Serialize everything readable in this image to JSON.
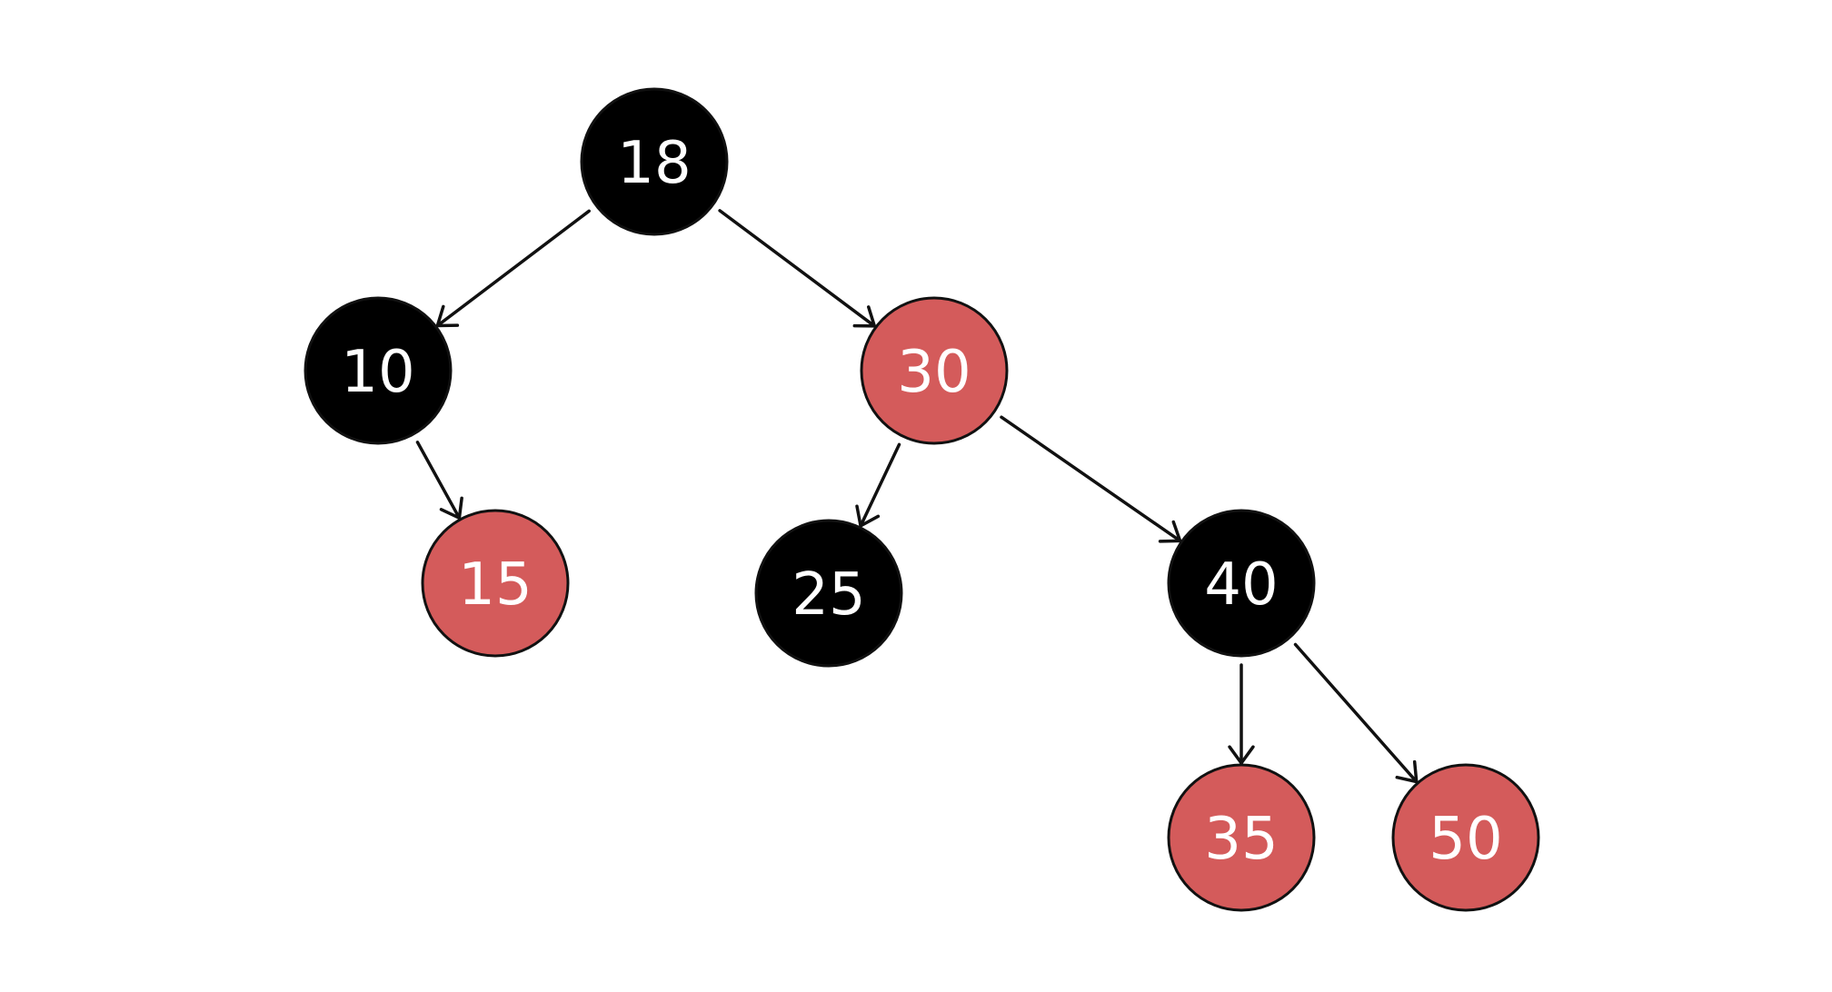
{
  "tree": {
    "type": "red-black-tree",
    "colors": {
      "black": "#000000",
      "red": "#d45b5b",
      "outline": "#111111",
      "label": "#ffffff"
    },
    "nodes": [
      {
        "id": "n18",
        "label": "18",
        "color": "black"
      },
      {
        "id": "n10",
        "label": "10",
        "color": "black"
      },
      {
        "id": "n30",
        "label": "30",
        "color": "red"
      },
      {
        "id": "n15",
        "label": "15",
        "color": "red"
      },
      {
        "id": "n25",
        "label": "25",
        "color": "black"
      },
      {
        "id": "n40",
        "label": "40",
        "color": "black"
      },
      {
        "id": "n35",
        "label": "35",
        "color": "red"
      },
      {
        "id": "n50",
        "label": "50",
        "color": "red"
      }
    ],
    "edges": [
      {
        "from": "n18",
        "to": "n10"
      },
      {
        "from": "n18",
        "to": "n30"
      },
      {
        "from": "n10",
        "to": "n15"
      },
      {
        "from": "n30",
        "to": "n25"
      },
      {
        "from": "n30",
        "to": "n40"
      },
      {
        "from": "n40",
        "to": "n35"
      },
      {
        "from": "n40",
        "to": "n50"
      }
    ]
  }
}
